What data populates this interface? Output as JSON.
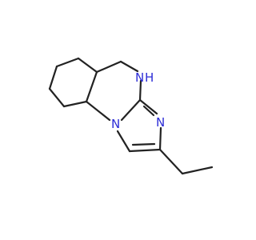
{
  "colors": {
    "background": "#ffffff",
    "bond": "#222222",
    "nitrogen": "#2c2cd6"
  },
  "atoms": {
    "nh": "N",
    "nh_h": "H",
    "n_imine": "N",
    "n_bridge": "N"
  }
}
